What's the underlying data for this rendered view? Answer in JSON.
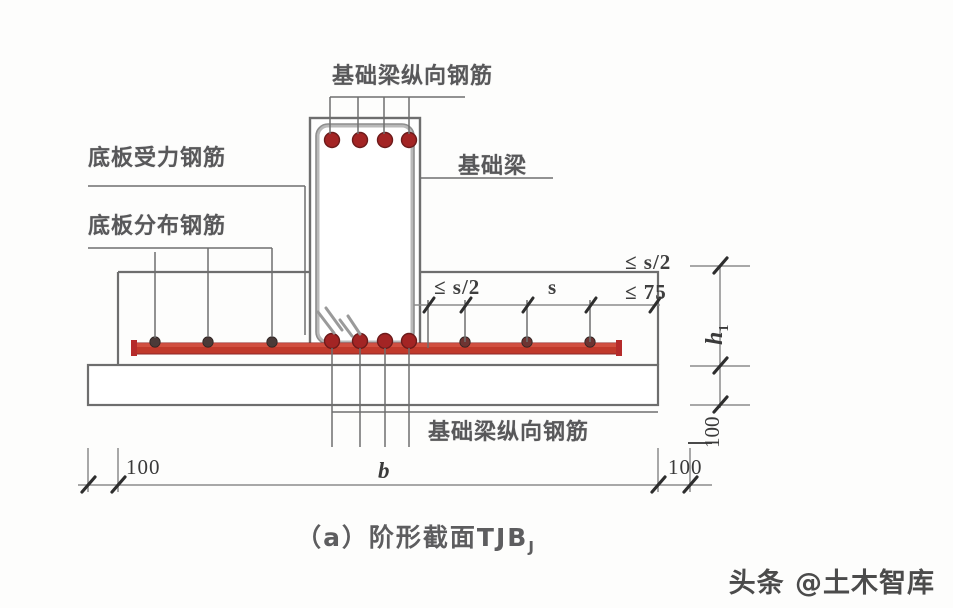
{
  "diagram": {
    "title_caption": "（a）阶形截面TJB",
    "caption_subscript": "J",
    "watermark": "头条 @土木智库",
    "labels": {
      "beam_longitudinal_top": "基础梁纵向钢筋",
      "beam_longitudinal_bottom": "基础梁纵向钢筋",
      "beam": "基础梁",
      "slab_main_rebar": "底板受力钢筋",
      "slab_distribution_rebar": "底板分布钢筋"
    },
    "dimensions": {
      "spacing_half_left": "≤ s/2",
      "spacing_mid": "s",
      "spacing_half_right": "≤ s/2",
      "edge_max": "≤ 75",
      "height_h1": "h",
      "height_h1_sub": "1",
      "step_height": "100",
      "left_cover": "100",
      "right_cover": "100",
      "width_b": "b"
    },
    "colors": {
      "rebar_red": "#b52b2b",
      "rebar_dark_red": "#8d2727",
      "slab_bar_red": "#c0392b",
      "line_gray": "#6e6e6e",
      "line_light": "#9a9a9a",
      "text_gray": "#58585a"
    }
  }
}
